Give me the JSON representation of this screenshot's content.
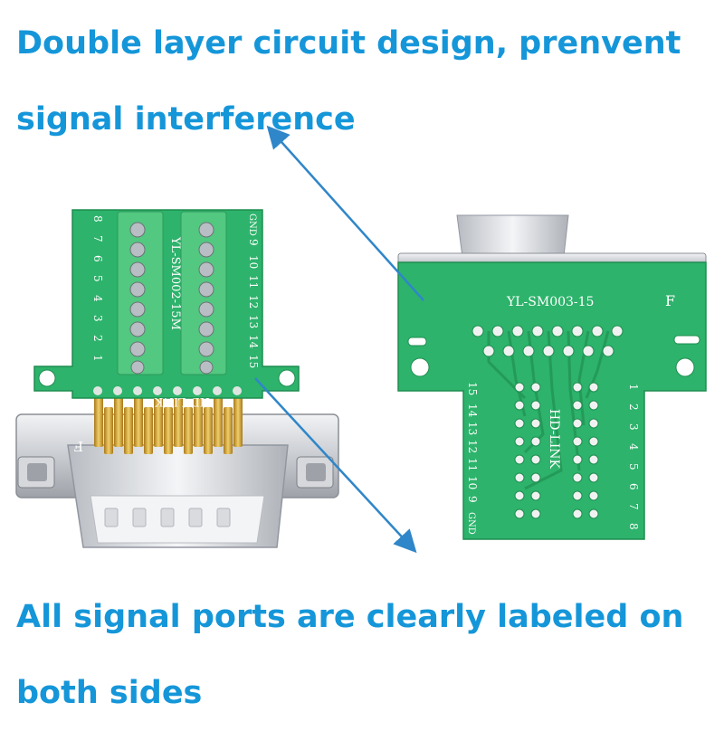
{
  "captions": {
    "top_line1": "Double layer circuit design, prenvent",
    "top_line2": "signal interference",
    "bottom_line1": "All signal ports are clearly labeled on",
    "bottom_line2": "both sides"
  },
  "left_board": {
    "model": "YL-SM002-15M",
    "brand": "HD-LINK",
    "pins_left": [
      "8",
      "7",
      "6",
      "5",
      "4",
      "3",
      "2",
      "1"
    ],
    "pins_right": [
      "GND",
      "9",
      "10",
      "11",
      "12",
      "13",
      "14",
      "15"
    ],
    "mark": "F"
  },
  "right_board": {
    "model": "YL-SM003-15",
    "brand": "HD-LINK",
    "mark": "F",
    "pins_left": [
      "15",
      "14",
      "13",
      "12",
      "11",
      "10",
      "9",
      "GND"
    ],
    "pins_right": [
      "1",
      "2",
      "3",
      "4",
      "5",
      "6",
      "7",
      "8"
    ]
  },
  "colors": {
    "caption": "#1596d9",
    "pcb_green": "#2db36b",
    "terminal_green": "#52c880",
    "arrow": "#2f86c9"
  }
}
